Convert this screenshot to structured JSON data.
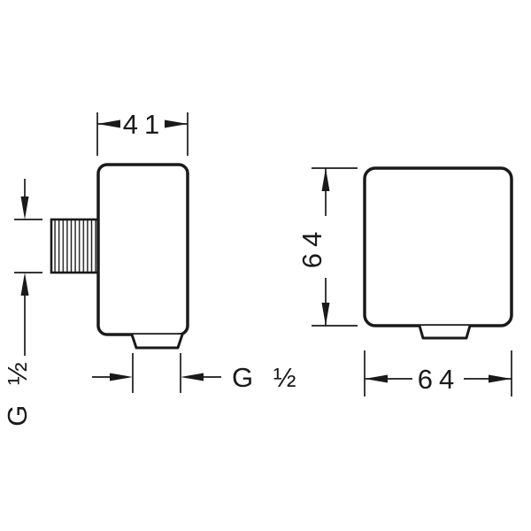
{
  "drawing": {
    "side_view": {
      "width_label": "41",
      "thread_side_label": "G ½",
      "thread_bottom_label": "G ½"
    },
    "front_view": {
      "height_label": "64",
      "width_label": "64"
    },
    "colors": {
      "line": "#1a1a1a",
      "background": "#ffffff"
    }
  }
}
